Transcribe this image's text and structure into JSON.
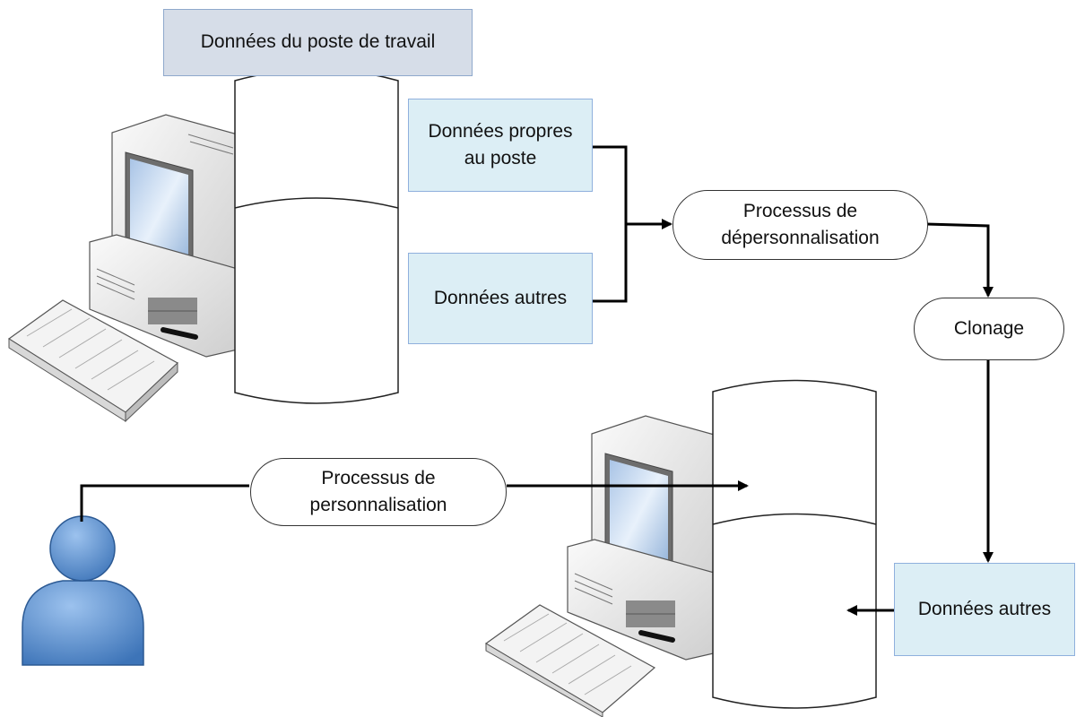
{
  "diagram": {
    "header_box": "Données du poste de travail",
    "data_specific": [
      "Données propres",
      "au poste"
    ],
    "data_other_top": "Données autres",
    "process_depersonalisation": [
      "Processus de",
      "dépersonnalisation"
    ],
    "cloning": "Clonage",
    "process_personalisation": [
      "Processus de",
      "personnalisation"
    ],
    "data_other_bottom": "Données autres"
  },
  "colors": {
    "header_fill": "#d6dde8",
    "data_fill": "#dceef5",
    "person_fill": "#4f86c6",
    "line": "#000000"
  },
  "icons": [
    "computer-icon",
    "keyboard-icon",
    "database-cylinder-icon",
    "user-icon",
    "arrow-icon"
  ]
}
